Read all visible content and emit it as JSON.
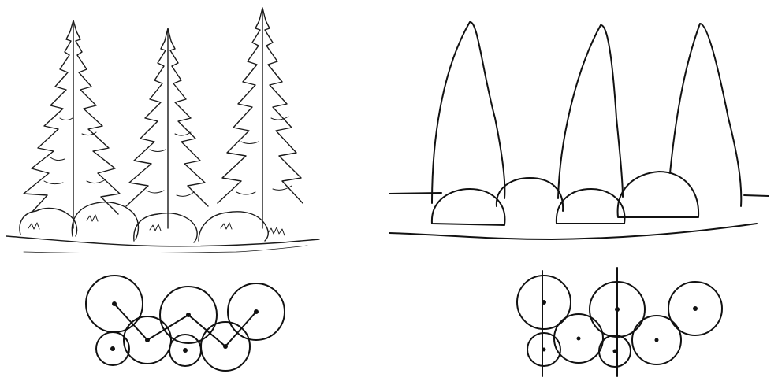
{
  "panels": [
    {
      "name": "naturalistic-planting-sketch",
      "tree_count": 3,
      "shrub_count": 4
    },
    {
      "name": "simplified-form-sketch",
      "tree_count": 3,
      "shrub_count": 4
    }
  ],
  "plan_left": {
    "upper_row": 3,
    "lower_row": 4,
    "connector": "zigzag"
  },
  "plan_right": {
    "upper_row": 3,
    "lower_row": 4,
    "vertical_axes": 2
  },
  "colors": {
    "ink": "#111111",
    "background": "#ffffff"
  }
}
